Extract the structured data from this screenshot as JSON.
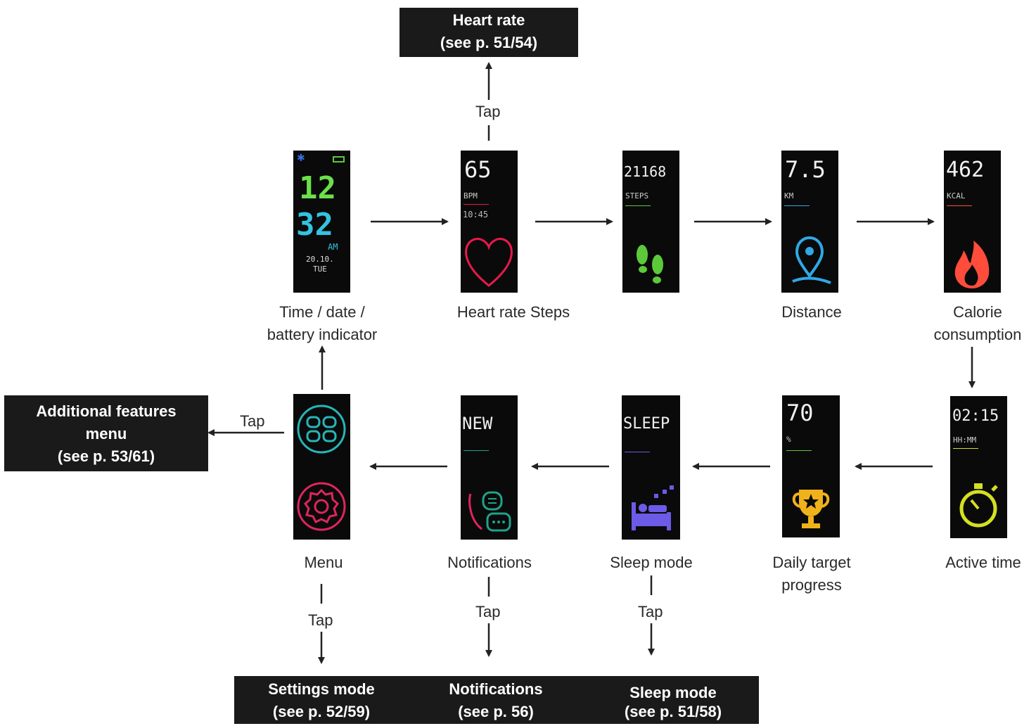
{
  "top_box": {
    "line1": "Heart rate",
    "line2": "(see p. 51/54)"
  },
  "left_box": {
    "line1": "Additional features",
    "line2": "menu",
    "line3": "(see p. 53/61)"
  },
  "bottom_box": {
    "settings": {
      "line1": "Settings mode",
      "line2": "(see p. 52/59)"
    },
    "notifications": {
      "line1": "Notifications",
      "line2": "(see p. 56)"
    },
    "sleep": {
      "line1": "Sleep mode",
      "line2": "(see p. 51/58)"
    }
  },
  "tap_label": "Tap",
  "screens": {
    "time": {
      "hour": "12",
      "minute": "32",
      "ampm": "AM",
      "date": "20.10.",
      "day": "TUE",
      "caption1": "Time / date /",
      "caption2": "battery indicator"
    },
    "heart": {
      "value": "65",
      "unit": "BPM",
      "time": "10:45",
      "caption": "Heart rate Steps"
    },
    "steps": {
      "value": "21168",
      "unit": "STEPS"
    },
    "distance": {
      "value": "7.5",
      "unit": "KM",
      "caption": "Distance"
    },
    "calorie": {
      "value": "462",
      "unit": "KCAL",
      "caption1": "Calorie",
      "caption2": "consumption"
    },
    "active": {
      "value": "02:15",
      "unit": "HH:MM",
      "caption": "Active time"
    },
    "target": {
      "value": "70",
      "unit": "%",
      "caption1": "Daily target",
      "caption2": "progress"
    },
    "sleep": {
      "value": "SLEEP",
      "caption": "Sleep mode"
    },
    "notif": {
      "value": "NEW",
      "caption": "Notifications"
    },
    "menu": {
      "caption": "Menu"
    }
  },
  "colors": {
    "time_hour": "#6be04a",
    "time_minute": "#33c3e0",
    "heart": "#e8194c",
    "steps": "#5cc93a",
    "distance": "#2fa8e6",
    "calorie": "#ff4c3b",
    "active": "#d4e021",
    "target": "#f0b21a",
    "sleep": "#6b5be6",
    "notif": "#1fa38a",
    "menu_top": "#27b5b8",
    "menu_bottom": "#e0245e"
  }
}
